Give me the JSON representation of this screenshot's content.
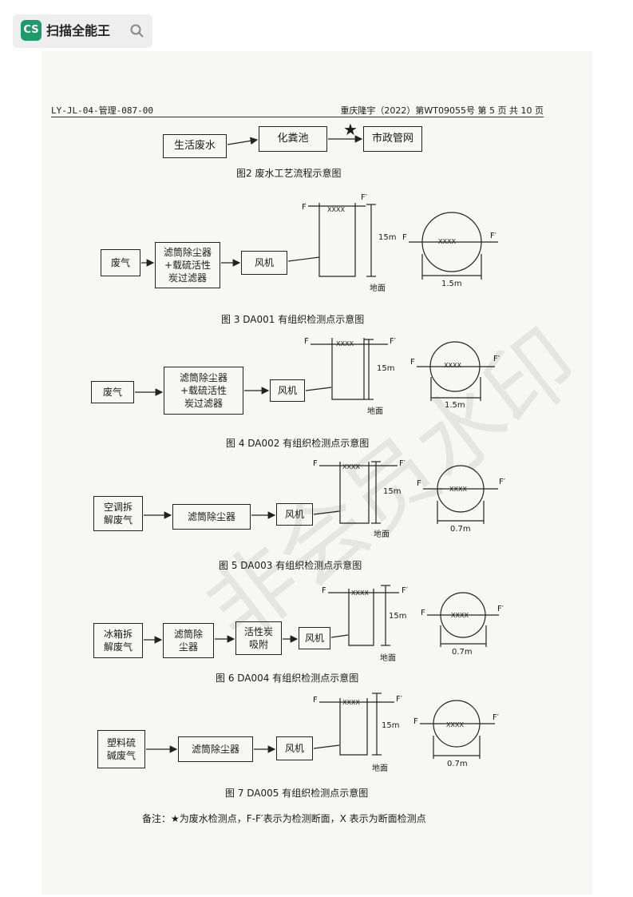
{
  "app": {
    "logo": "CS",
    "name": "扫描全能王",
    "search_icon": "search-icon"
  },
  "header": {
    "left": "LY-JL-04-管理-087-00",
    "right": "重庆隆宇（2022）第WT09055号 第 5 页 共 10 页"
  },
  "fig2": {
    "boxes": [
      "生活废水",
      "化粪池",
      "市政管网"
    ],
    "star": "★",
    "caption": "图2  废水工艺流程示意图"
  },
  "fig3": {
    "boxes": [
      "废气",
      "滤筒除尘器\n+载硫活性\n炭过滤器",
      "风机"
    ],
    "F": "F",
    "F2": "F′",
    "xxxx": "XXXX",
    "height": "15m",
    "ground": "地面",
    "diameter": "1.5m",
    "caption": "图 3  DA001 有组织检测点示意图"
  },
  "fig4": {
    "boxes": [
      "废气",
      "滤筒除尘器\n+载硫活性\n炭过滤器",
      "风机"
    ],
    "F": "F",
    "F2": "F′",
    "xxxx": "XXXX",
    "height": "15m",
    "ground": "地面",
    "diameter": "1.5m",
    "caption": "图 4  DA002 有组织检测点示意图"
  },
  "fig5": {
    "boxes": [
      "空调拆\n解废气",
      "滤筒除尘器",
      "风机"
    ],
    "F": "F",
    "F2": "F′",
    "xxxx": "XXXX",
    "height": "15m",
    "ground": "地面",
    "diameter": "0.7m",
    "caption": "图 5 DA003 有组织检测点示意图"
  },
  "fig6": {
    "boxes": [
      "冰箱拆\n解废气",
      "滤筒除\n尘器",
      "活性炭\n吸附",
      "风机"
    ],
    "F": "F",
    "F2": "F′",
    "xxxx": "XXXX",
    "height": "15m",
    "ground": "地面",
    "diameter": "0.7m",
    "caption": "图 6   DA004 有组织检测点示意图"
  },
  "fig7": {
    "boxes": [
      "塑料硫\n碱废气",
      "滤筒除尘器",
      "风机"
    ],
    "F": "F",
    "F2": "F′",
    "xxxx": "XXXX",
    "height": "15m",
    "ground": "地面",
    "diameter": "0.7m",
    "caption": "图 7   DA005 有组织检测点示意图"
  },
  "note": "备注：★为废水检测点，F-F′表示为检测断面，X 表示为断面检测点",
  "watermark": "非会员水印"
}
